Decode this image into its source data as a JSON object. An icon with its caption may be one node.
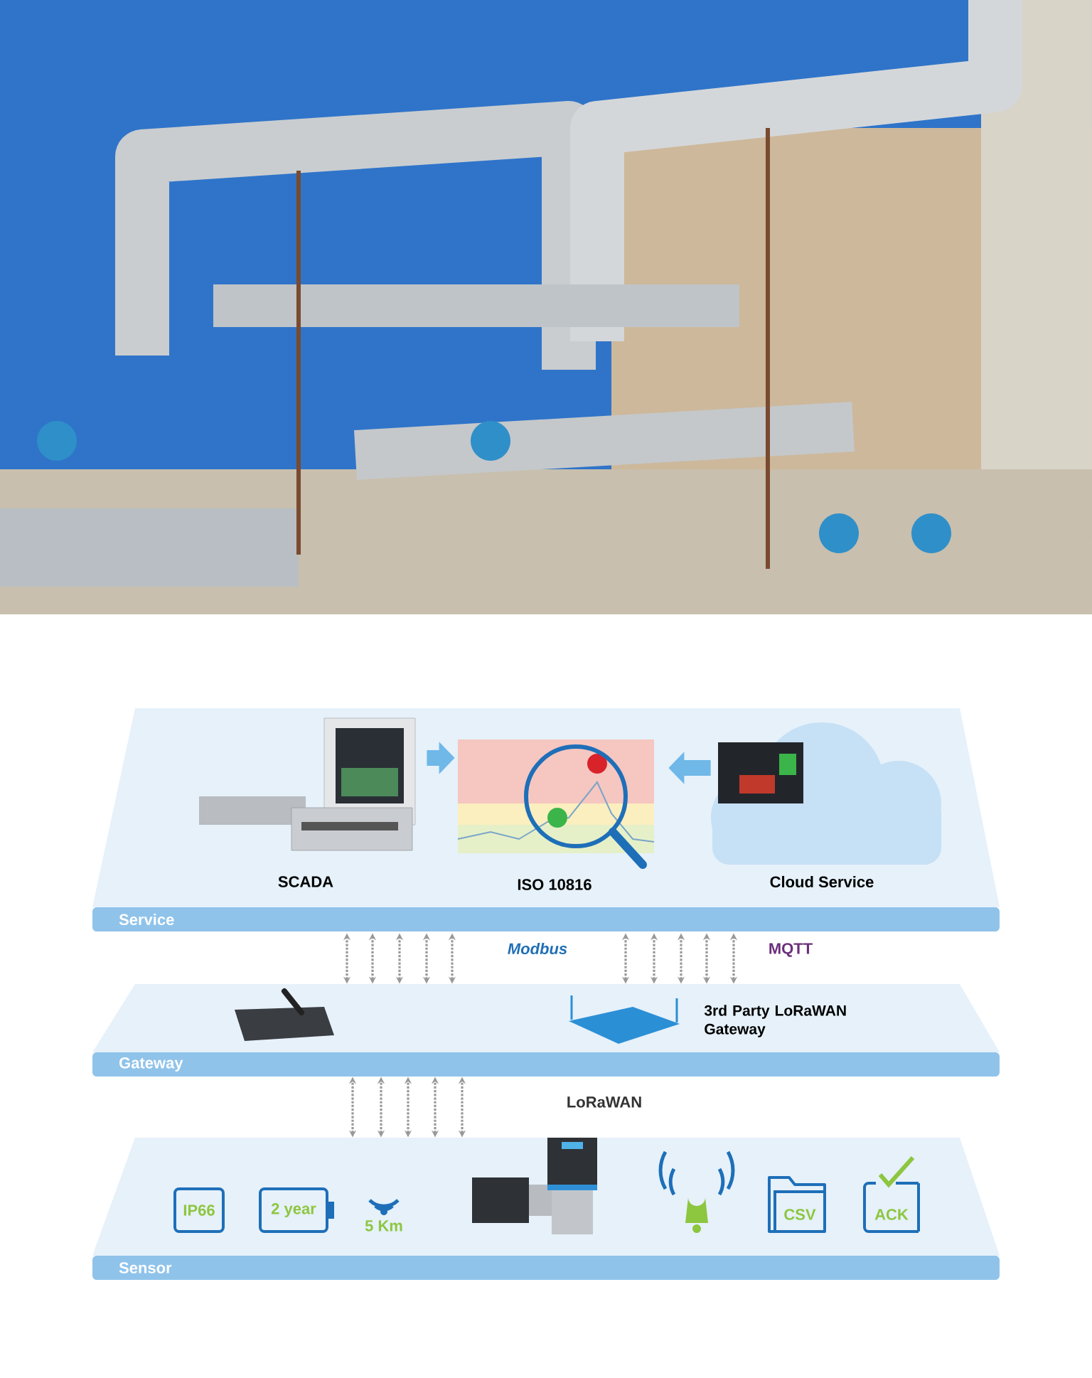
{
  "diagram": {
    "nodes": [
      {
        "text": [
          "Service"
        ]
      },
      {
        "text": [
          "SCADA"
        ],
        "in": 0
      },
      {
        "text": [
          "ISO 10816"
        ],
        "in": 0
      },
      {
        "text": [
          "Cloud Service"
        ],
        "in": 0
      },
      {
        "text": [
          "Gateway"
        ]
      },
      {
        "text": [],
        "shape": "picture",
        "in": 4
      },
      {
        "text": [
          "3rd Party LoRaWAN Gateway"
        ],
        "in": 4
      },
      {
        "text": [
          "Sensor"
        ]
      },
      {
        "text": [
          "IP66"
        ],
        "in": 7
      },
      {
        "text": [
          "2 year"
        ],
        "in": 7
      },
      {
        "text": [],
        "shape": "picture",
        "in": 7
      },
      {
        "text": [
          "CSV"
        ],
        "in": 7
      },
      {
        "text": [
          "ACK"
        ],
        "in": 7
      }
    ],
    "edges": [
      {
        "from": 1,
        "to": 2,
        "arrow": "to",
        "style": "thick",
        "color": "#6fb8e8"
      },
      {
        "from": 3,
        "to": 2,
        "arrow": "to",
        "style": "thick",
        "color": "#6fb8e8"
      },
      {
        "from": 4,
        "to": 0,
        "arrow": "both",
        "style": "dashed"
      },
      {
        "from": 4,
        "to": 0,
        "arrow": "both",
        "style": "dashed"
      },
      {
        "from": 4,
        "to": 0,
        "arrow": "both",
        "style": "dashed"
      },
      {
        "from": 4,
        "to": 0,
        "arrow": "both",
        "style": "dashed"
      },
      {
        "from": 4,
        "to": 0,
        "arrow": "both",
        "style": "dashed"
      },
      {
        "from": 4,
        "to": 0,
        "arrow": "both",
        "style": "dashed"
      },
      {
        "from": 4,
        "to": 0,
        "arrow": "both",
        "style": "dashed"
      },
      {
        "from": 4,
        "to": 0,
        "arrow": "both",
        "style": "dashed"
      },
      {
        "from": 4,
        "to": 0,
        "arrow": "both",
        "style": "dashed"
      },
      {
        "from": 4,
        "to": 0,
        "arrow": "both",
        "style": "dashed"
      },
      {
        "from": 7,
        "to": 4,
        "arrow": "both",
        "style": "dashed"
      },
      {
        "from": 7,
        "to": 4,
        "arrow": "both",
        "style": "dashed"
      },
      {
        "from": 7,
        "to": 4,
        "arrow": "both",
        "style": "dashed"
      },
      {
        "from": 7,
        "to": 4,
        "arrow": "both",
        "style": "dashed"
      },
      {
        "from": 7,
        "to": 4,
        "arrow": "both",
        "style": "dashed"
      }
    ],
    "labels": [
      "Modbus",
      "MQTT",
      "LoRaWAN",
      "5 Km"
    ]
  }
}
